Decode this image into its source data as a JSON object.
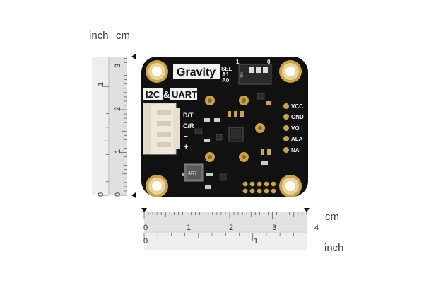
{
  "units": {
    "inch_top": "inch",
    "cm_top": "cm",
    "cm_bottom": "cm",
    "inch_bottom": "inch"
  },
  "vertical_ruler": {
    "cm_ticks": [
      "3",
      "2",
      "1",
      "0"
    ],
    "inch_ticks": [
      "1",
      "0"
    ]
  },
  "horizontal_ruler": {
    "cm_ticks": [
      "0",
      "1",
      "2",
      "3",
      "4"
    ],
    "inch_ticks": [
      "0",
      "1"
    ]
  },
  "board": {
    "brand": "Gravity",
    "i2c": "I2C",
    "amp": "&",
    "uart": "UART",
    "sel_label": "SEL",
    "a1_label": "A1",
    "a0_label": "A0",
    "switch_one": "1",
    "switch_zero": "0",
    "switch_on": "ON",
    "left_pins": [
      "D/T",
      "C/R",
      "−",
      "+"
    ],
    "right_pins": [
      "VCC",
      "GND",
      "VO",
      "ALA",
      "NA"
    ],
    "inductor": "4R7"
  },
  "colors": {
    "pcb": "#111111",
    "gold": "#c9a24a",
    "ruler": "#e2e2e2",
    "connector": "#efe8dc"
  }
}
